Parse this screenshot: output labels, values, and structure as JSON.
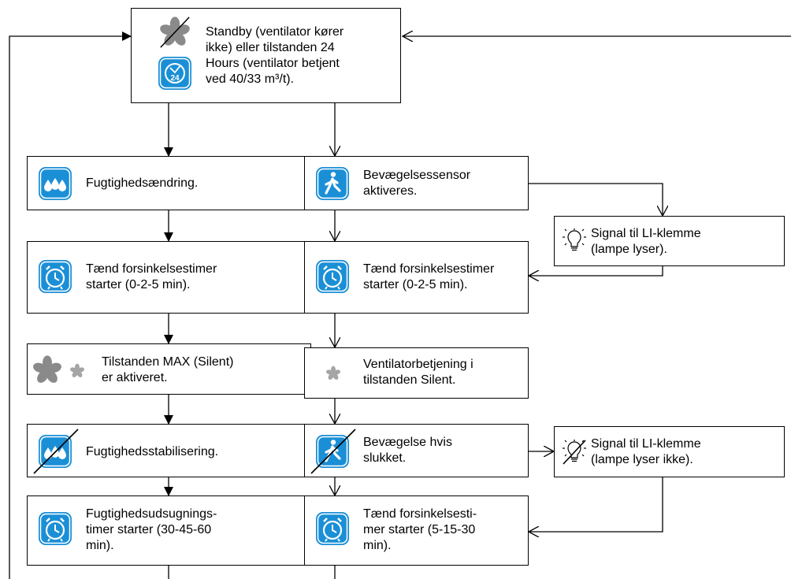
{
  "start": {
    "lines": [
      "Standby (ventilator kører",
      "ikke) eller tilstanden 24",
      "Hours (ventilator betjent",
      "ved 40/33 m³/t)."
    ]
  },
  "left": {
    "humidity_change": "Fugtighedsændring.",
    "delay_timer": [
      "Tænd forsinkelsestimer",
      "starter (0-2-5 min)."
    ],
    "max_mode": [
      "Tilstanden MAX (Silent)",
      "er aktiveret."
    ],
    "humidity_stable": "Fugtighedsstabilisering.",
    "extraction_timer": [
      "Fugtighedsudsugnings-",
      "timer starter (30-45-60",
      "min)."
    ]
  },
  "right": {
    "motion_on": [
      "Bevægelsessensor",
      "aktiveres."
    ],
    "delay_timer": [
      "Tænd forsinkelsestimer",
      "starter (0-2-5 min)."
    ],
    "silent_mode": [
      "Ventilatorbetjening i",
      "tilstanden Silent."
    ],
    "motion_off": [
      "Bevægelse hvis",
      "slukket."
    ],
    "off_timer": [
      "Tænd forsinkelsesti-",
      "mer starter (5-15-30",
      "min)."
    ]
  },
  "signals": {
    "lamp_on": [
      "Signal til LI-klemme",
      "(lampe lyser)."
    ],
    "lamp_off": [
      "Signal til LI-klemme",
      "(lampe lyser ikke)."
    ]
  },
  "icons": {
    "fan": "fan-icon",
    "clock24": "clock-24-icon",
    "drops": "water-drops-icon",
    "drops_off": "water-drops-crossed-icon",
    "alarm": "alarm-clock-icon",
    "walk": "walking-person-icon",
    "walk_off": "walking-person-crossed-icon",
    "bulb": "light-bulb-icon",
    "bulb_off": "light-bulb-crossed-icon"
  },
  "colors": {
    "icon_blue": "#1b8fd6",
    "icon_dark": "#1467a6",
    "fan_gray": "#8a8a8a",
    "line": "#000000"
  }
}
